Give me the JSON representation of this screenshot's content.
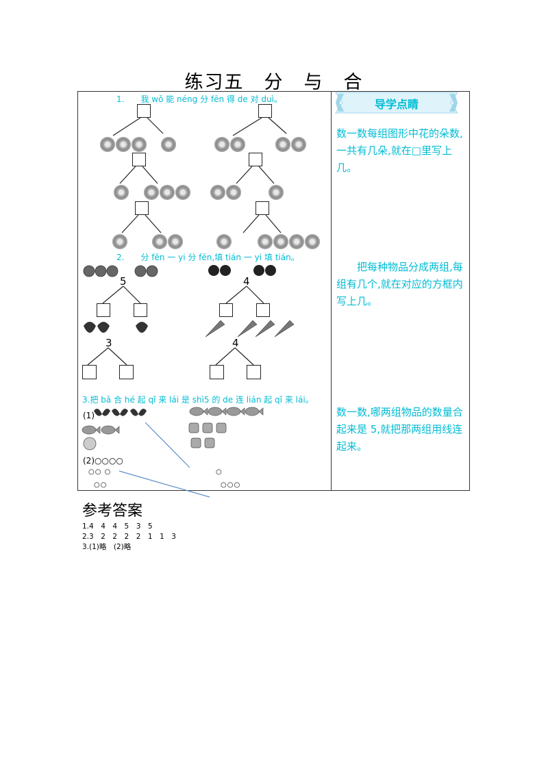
{
  "title": "练习五　分　与　合",
  "banner": {
    "label": "导学点睛",
    "color": "#00bcd4"
  },
  "questions": {
    "q1": "1.　　我 wǒ 能 néng 分 fēn 得 de 对 duì。",
    "q2": "2.　　分 fēn 一 yi 分 fēn,填 tián 一 yi 填 tián。",
    "q3": "3.把 bǎ 合 hé 起 qǐ 来 lái 是 shì5 的 de 连 lián 起 qǐ 来 lái。",
    "q2_numbers": [
      "5",
      "4",
      "3",
      "4"
    ],
    "q3_label1": "(1)",
    "q3_label2": "(2)○○○○",
    "q3_circles": [
      "○○  ○",
      "○",
      "○○",
      "○○○"
    ]
  },
  "guides": [
    "数一数每组图形中花的朵数,一共有几朵,就在□里写上几。",
    "　　把每种物品分成两组,每组有几个,就在对应的方框内写上几。",
    "数一数,哪两组物品的数量合起来是 5,就把那两组用线连起来。"
  ],
  "answers": {
    "title": "参考答案",
    "lines": [
      "1.4　4　4　5　3　5",
      "2.3　2　2　2　2　1　1　3",
      "3.(1)略　(2)略"
    ]
  },
  "line_color": "#5b8fc7"
}
